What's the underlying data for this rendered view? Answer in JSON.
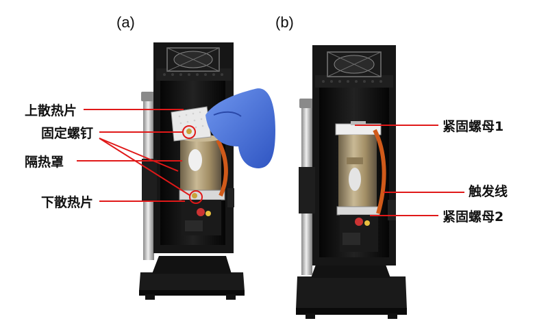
{
  "panels": {
    "a": {
      "tag": "(a)"
    },
    "b": {
      "tag": "(b)"
    }
  },
  "labels_a": {
    "upper_heatsink": "上散热片",
    "fixing_screw": "固定螺钉",
    "heat_shield": "隔热罩",
    "lower_heatsink": "下散热片"
  },
  "labels_b": {
    "lock_nut_1": "紧固螺母1",
    "trigger_wire": "触发线",
    "lock_nut_2": "紧固螺母2"
  },
  "colors": {
    "callout_line": "#e01818",
    "enclosure": "#151515",
    "base": "#0d0d0d",
    "column": "#bcbcbc",
    "brass": "#a8966a",
    "hose": "#d05a1a",
    "glove": "#4a78e0",
    "heatsink": "#e9e9e9"
  }
}
